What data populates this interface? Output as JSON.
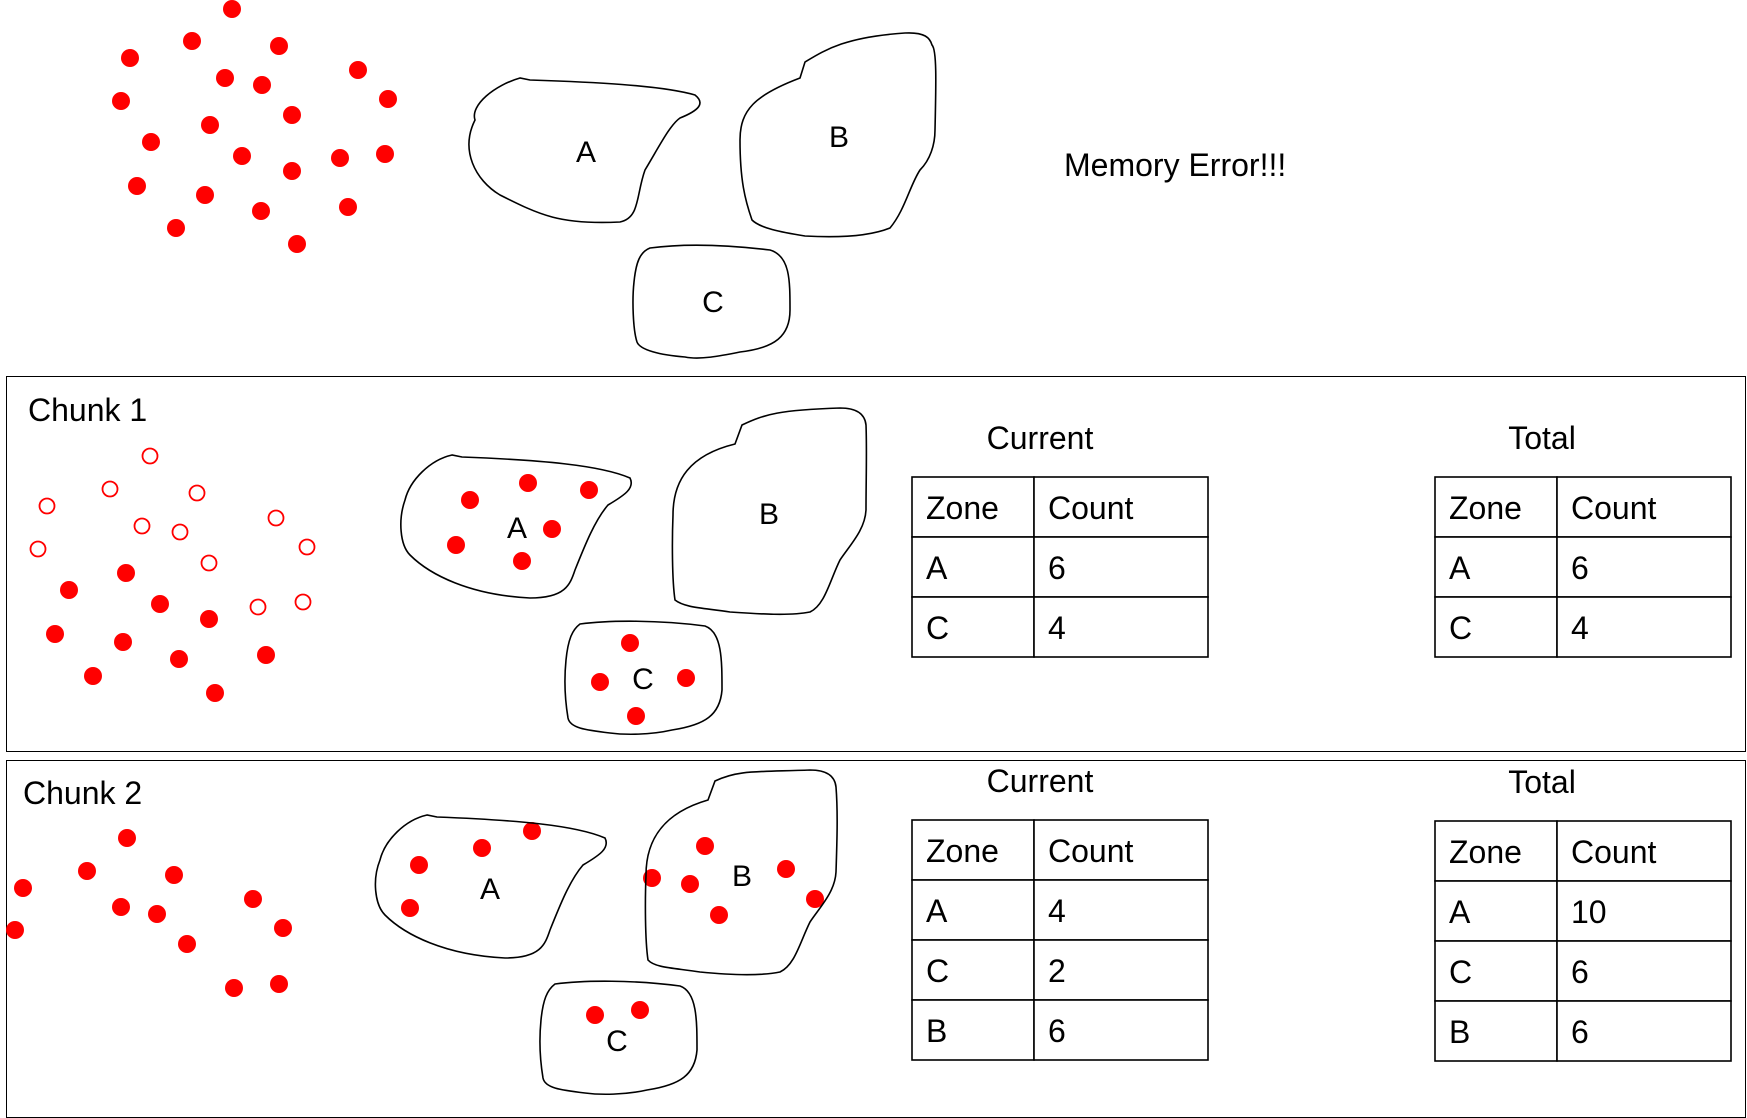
{
  "top": {
    "message": "Memory Error!!!",
    "zones": [
      "A",
      "B",
      "C"
    ]
  },
  "chunks": [
    {
      "label": "Chunk 1",
      "zones": [
        "A",
        "B",
        "C"
      ],
      "current": {
        "title": "Current",
        "headers": [
          "Zone",
          "Count"
        ],
        "rows": [
          [
            "A",
            "6"
          ],
          [
            "C",
            "4"
          ]
        ]
      },
      "total": {
        "title": "Total",
        "headers": [
          "Zone",
          "Count"
        ],
        "rows": [
          [
            "A",
            "6"
          ],
          [
            "C",
            "4"
          ]
        ]
      }
    },
    {
      "label": "Chunk 2",
      "zones": [
        "A",
        "B",
        "C"
      ],
      "current": {
        "title": "Current",
        "headers": [
          "Zone",
          "Count"
        ],
        "rows": [
          [
            "A",
            "4"
          ],
          [
            "C",
            "2"
          ],
          [
            "B",
            "6"
          ]
        ]
      },
      "total": {
        "title": "Total",
        "headers": [
          "Zone",
          "Count"
        ],
        "rows": [
          [
            "A",
            "10"
          ],
          [
            "C",
            "6"
          ],
          [
            "B",
            "6"
          ]
        ]
      }
    }
  ],
  "colors": {
    "point": "#ff0000",
    "outline": "#000000"
  }
}
